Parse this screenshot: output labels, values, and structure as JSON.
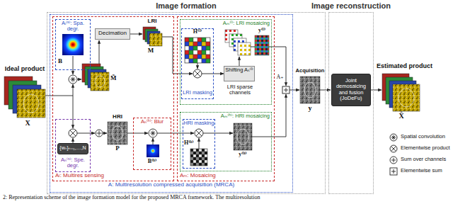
{
  "diagram": {
    "caption": "2: Representation scheme of the image formation model for the proposed MRCA framework. The multiresolution",
    "nodes": [
      {
        "text": [
          "Image formation"
        ]
      },
      {
        "text": [
          "A: Multiresolution compressed acquisition (MRCA)"
        ],
        "in": 0
      },
      {
        "text": [
          "Aₗ: Multires sensing"
        ],
        "in": 1
      },
      {
        "text": [
          "Aₗ⁽ˢ⁾: Spa. degr.",
          "B"
        ],
        "in": 2
      },
      {
        "text": [
          "Decimation"
        ],
        "in": 2
      },
      {
        "text": [
          "Aₕ⁽ˢ⁾: Spe. degr."
        ],
        "in": 2
      },
      {
        "text": [
          "{wₙ}ₙ₌₁,…,N"
        ],
        "in": 5
      },
      {
        "text": [
          "Aₕ⁽ʰ⁾: Blur",
          "B⁽ʰ⁾"
        ],
        "in": 2
      },
      {
        "text": [
          "Aₘ: Mosaicing"
        ],
        "in": 1
      },
      {
        "text": [
          "Aₘ⁽ˡ⁾: LRI mosaicing"
        ],
        "in": 8
      },
      {
        "text": [
          "H⁽ˡ⁾",
          "LRI masking"
        ],
        "in": 9
      },
      {
        "text": [
          "Shifting Aₛ⁽ˡ⁾"
        ],
        "in": 9
      },
      {
        "text": [
          "Aₘ⁽ʰ⁾: HRI mosaicing"
        ],
        "in": 8
      },
      {
        "text": [
          "HRI masking",
          "H⁽ʰ⁾"
        ],
        "in": 12
      },
      {
        "text": [
          "Image reconstruction"
        ]
      },
      {
        "text": [
          "Joint demosaicing and fusion (JoDeFu)"
        ],
        "in": 14
      }
    ],
    "edges": [
      {
        "from": 10,
        "to": 11,
        "arrow": "to"
      }
    ],
    "labels": [
      "Ideal product",
      "X",
      "M̃",
      "LRI",
      "M",
      "HRI",
      "P",
      "LRI sparse channels",
      "y⁽ˡ⁾",
      "y⁽ʰ⁾",
      "A₊",
      "Acquisition",
      "y",
      "Estimated product",
      "X̂"
    ],
    "legend": [
      {
        "text": "Spatial convolution"
      },
      {
        "text": "Elementwise product"
      },
      {
        "text": "Sum over channels"
      },
      {
        "text": "Elementwise sum"
      }
    ]
  }
}
